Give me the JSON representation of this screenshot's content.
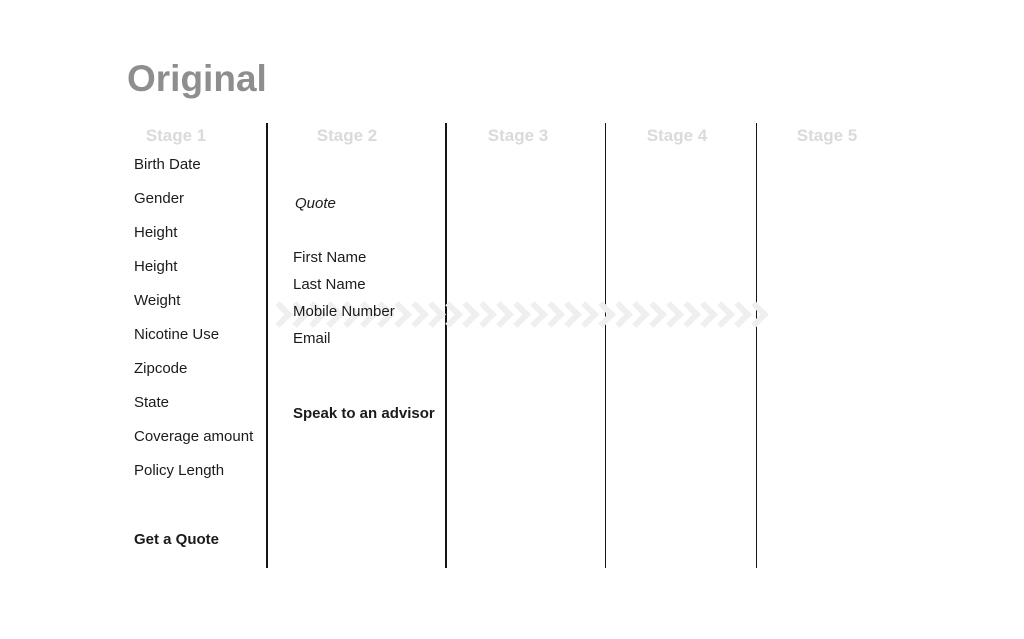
{
  "title": "Original",
  "stages": [
    {
      "label": "Stage 1",
      "items": [
        "Birth Date",
        "Gender",
        "Height",
        "Height",
        "Weight",
        "Nicotine Use",
        "Zipcode",
        "State",
        "Coverage amount",
        "Policy Length"
      ],
      "cta": "Get a Quote"
    },
    {
      "label": "Stage 2",
      "heading": "Quote",
      "items": [
        "First Name",
        "Last Name",
        "Mobile Number",
        "Email"
      ],
      "cta": "Speak to an advisor"
    },
    {
      "label": "Stage 3",
      "items": []
    },
    {
      "label": "Stage 4",
      "items": []
    },
    {
      "label": "Stage 5",
      "items": []
    }
  ],
  "flow_arrow": {
    "icon": "chevron-right-icon",
    "direction": "right",
    "count": 29
  },
  "colors": {
    "background": "#ffffff",
    "title": "#8e8e8e",
    "stage_header": "#dadada",
    "body_text": "#1b1b1b",
    "divider": "#151515",
    "chevron": "#efefef"
  }
}
